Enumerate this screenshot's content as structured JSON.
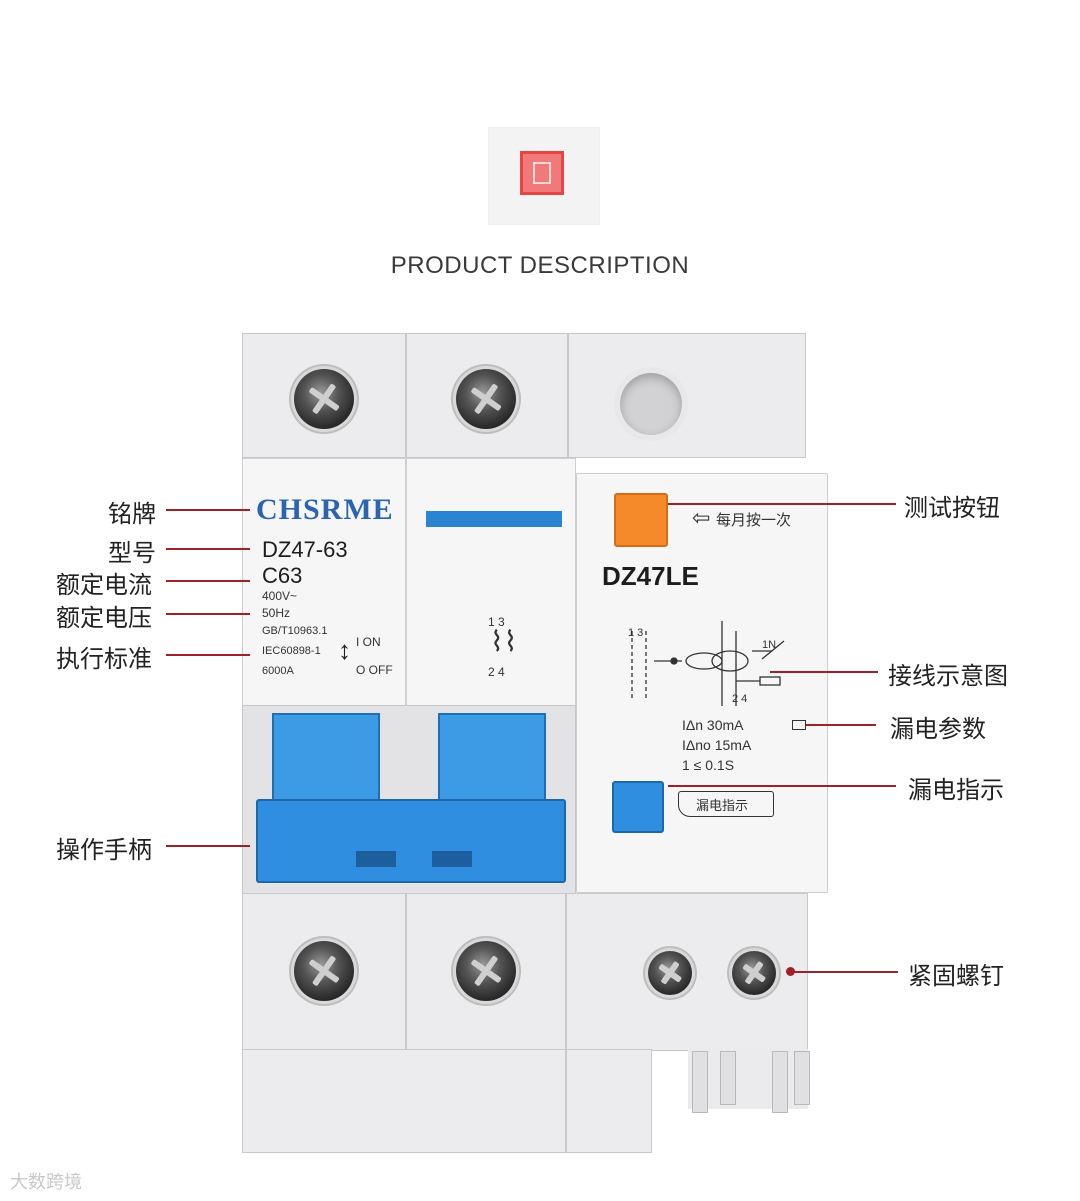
{
  "header": {
    "title": "PRODUCT DESCRIPTION"
  },
  "device": {
    "brand": "CHSRME",
    "model": "DZ47-63",
    "current": "C63",
    "voltage": "400V~",
    "frequency": "50Hz",
    "standard_1": "GB/T10963.1",
    "standard_2": "IEC60898-1",
    "breaking": "6000A",
    "on_label": "I  ON",
    "off_label": "O OFF",
    "pole_marks_top": "1  3",
    "pole_marks_bottom": "2  4",
    "rcd_model": "DZ47LE",
    "test_hint": "每月按一次",
    "diagram_top": "1 3",
    "diagram_mid": "1N",
    "diagram_bottom": "2 4",
    "leak_param_1": "IΔn  30mA",
    "leak_param_2": "IΔno 15mA",
    "leak_param_3": "1   ≤  0.1S",
    "leak_indicator_label": "漏电指示"
  },
  "callouts": {
    "nameplate": "铭牌",
    "model": "型号",
    "rated_current": "额定电流",
    "rated_voltage": "额定电压",
    "standard": "执行标准",
    "handle": "操作手柄",
    "test_button": "测试按钮",
    "wiring_diagram": "接线示意图",
    "leak_params": "漏电参数",
    "leak_indicator": "漏电指示",
    "fastening_screws": "紧固螺钉"
  },
  "watermark": "大数跨境",
  "colors": {
    "handle_blue": "#2f8ee0",
    "accent_blue": "#2a84d2",
    "test_orange": "#f48a2a",
    "callout_line": "#a0202a",
    "brand_blue": "#2b64b0"
  }
}
